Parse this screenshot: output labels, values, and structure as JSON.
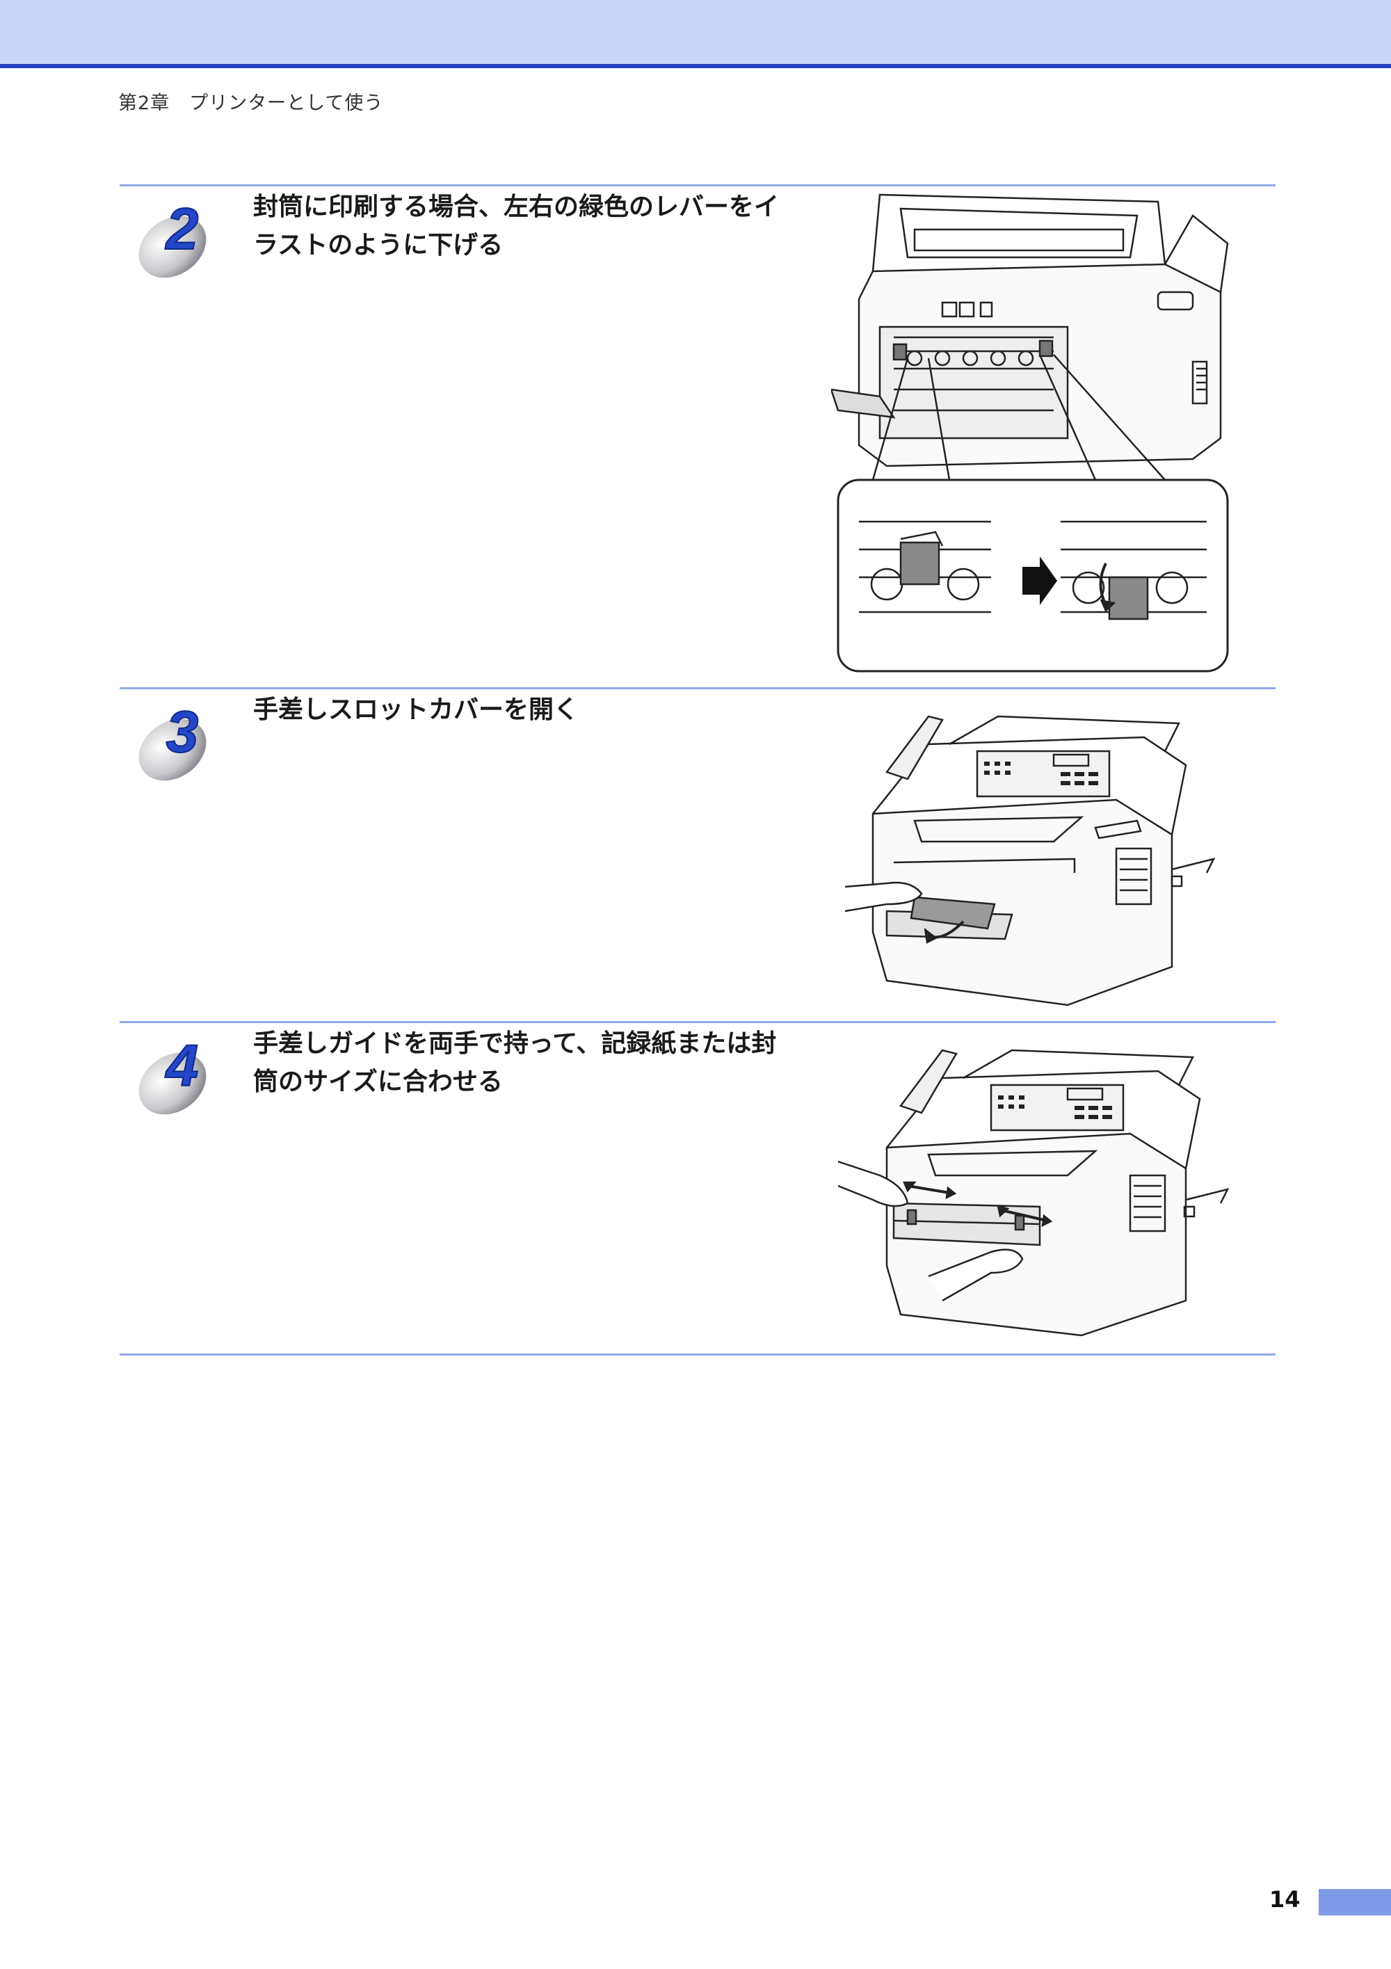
{
  "header": {
    "chapter": "第2章　プリンターとして使う"
  },
  "steps": [
    {
      "number": "2",
      "text_line1": "封筒に印刷する場合、左右の緑色のレバーをイ",
      "text_line2": "ラストのように下げる"
    },
    {
      "number": "3",
      "text_line1": "手差しスロットカバーを開く",
      "text_line2": ""
    },
    {
      "number": "4",
      "text_line1": "手差しガイドを両手で持って、記録紙または封",
      "text_line2": "筒のサイズに合わせる"
    }
  ],
  "footer": {
    "page_number": "14"
  },
  "colors": {
    "header_band": "#c9d6f7",
    "header_line": "#1f3fbf",
    "rule": "#8fa8e6",
    "badge_blue": "#2446c8",
    "page_tab": "#7f9be8"
  }
}
